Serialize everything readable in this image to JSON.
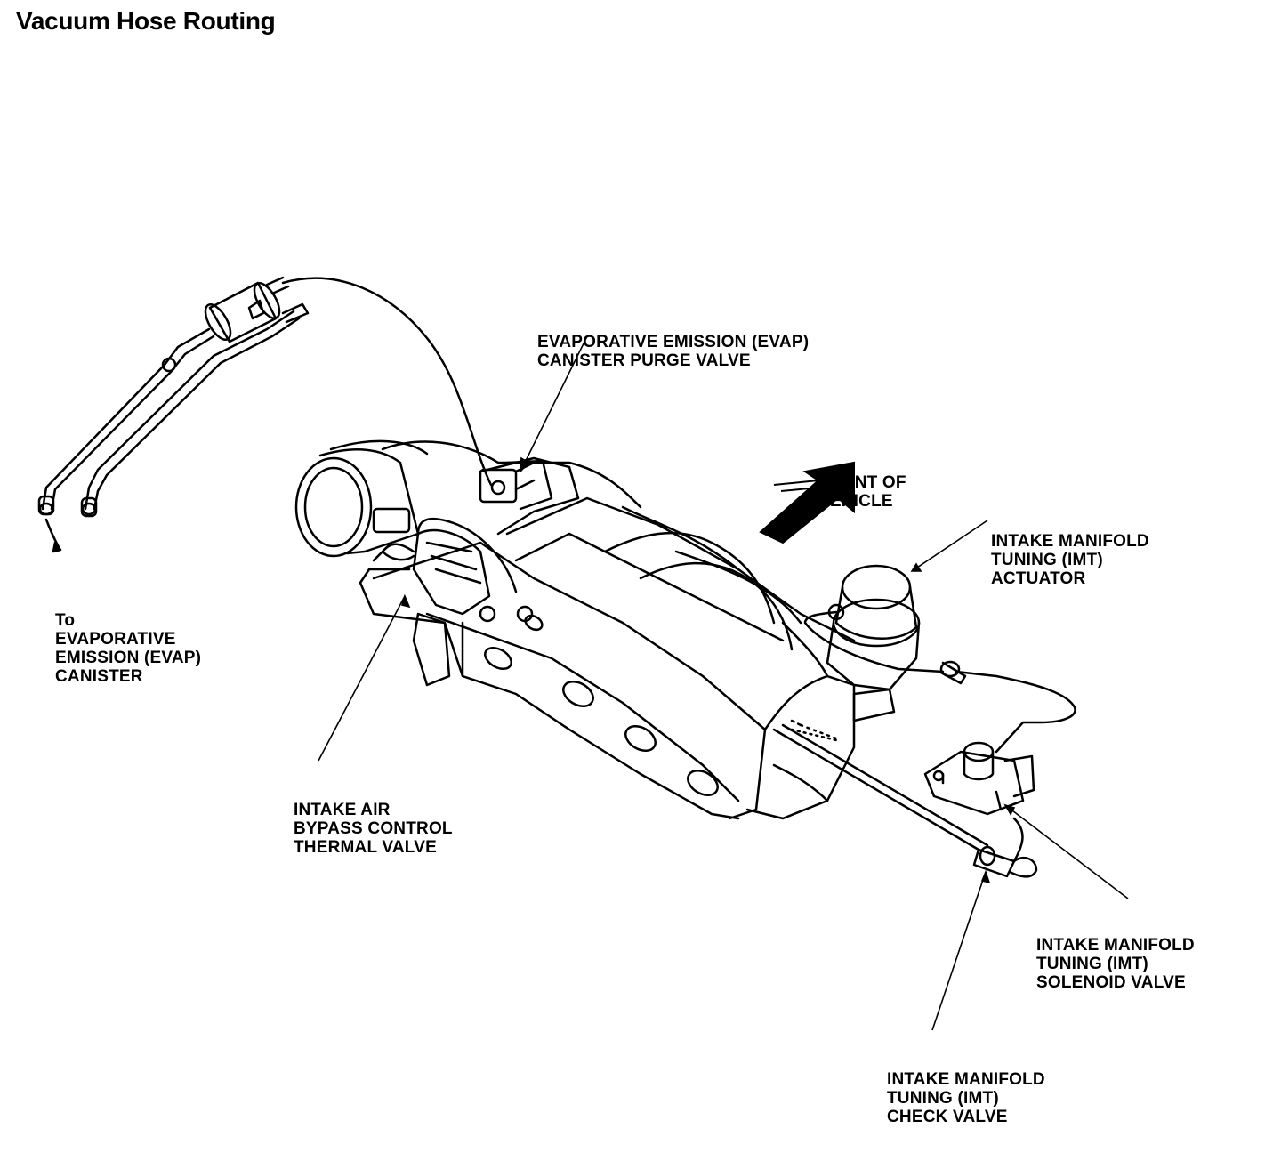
{
  "title": "Vacuum Hose Routing",
  "labels": {
    "evap_purge": [
      "EVAPORATIVE EMISSION (EVAP)",
      "CANISTER PURGE VALVE"
    ],
    "front": [
      "FRONT OF",
      "VEHICLE"
    ],
    "imt_actuator": [
      "INTAKE MANIFOLD",
      "TUNING (IMT)",
      "ACTUATOR"
    ],
    "to_canister": [
      "To",
      "EVAPORATIVE",
      "EMISSION (EVAP)",
      "CANISTER"
    ],
    "bypass_valve": [
      "INTAKE AIR",
      "BYPASS CONTROL",
      "THERMAL VALVE"
    ],
    "imt_solenoid": [
      "INTAKE MANIFOLD",
      "TUNING (IMT)",
      "SOLENOID VALVE"
    ],
    "imt_check": [
      "INTAKE MANIFOLD",
      "TUNING (IMT)",
      "CHECK VALVE"
    ]
  }
}
